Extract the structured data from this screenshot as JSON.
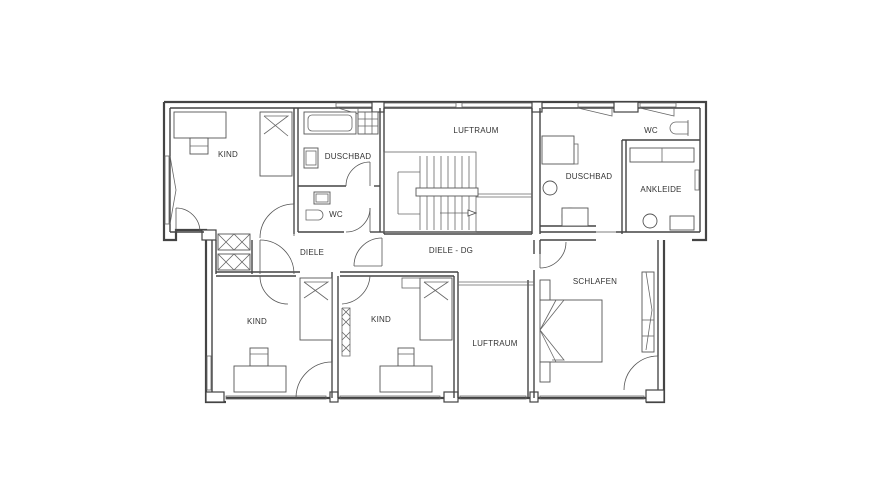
{
  "rooms": {
    "kind_top_left": "KIND",
    "duschbad_left": "DUSCHBAD",
    "wc_left": "WC",
    "luftraum_top": "LUFTRAUM",
    "duschbad_right": "DUSCHBAD",
    "wc_right": "WC",
    "ankleide": "ANKLEIDE",
    "diele": "DIELE",
    "diele_dg": "DIELE - DG",
    "schlafen": "SCHLAFEN",
    "kind_bottom_left": "KIND",
    "kind_bottom_mid": "KIND",
    "luftraum_bottom": "LUFTRAUM"
  }
}
